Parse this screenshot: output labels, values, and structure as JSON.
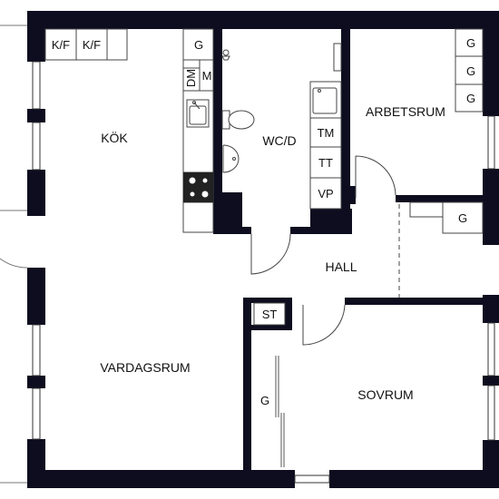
{
  "rooms": {
    "kok": "KÖK",
    "wc": "WC/D",
    "arbetsrum": "ARBETSRUM",
    "hall": "HALL",
    "vardagsrum": "VARDAGSRUM",
    "sovrum": "SOVRUM"
  },
  "fixtures": {
    "kf1": "K/F",
    "kf2": "K/F",
    "kitchen_g": "G",
    "dm": "DM",
    "m": "M",
    "tm": "TM",
    "tt": "TT",
    "vp": "VP",
    "arb_g1": "G",
    "arb_g2": "G",
    "arb_g3": "G",
    "hall_g": "G",
    "st": "ST",
    "sov_g": "G"
  },
  "colors": {
    "wall": "#0d0d1f",
    "line": "#555555",
    "background": "#ffffff"
  }
}
